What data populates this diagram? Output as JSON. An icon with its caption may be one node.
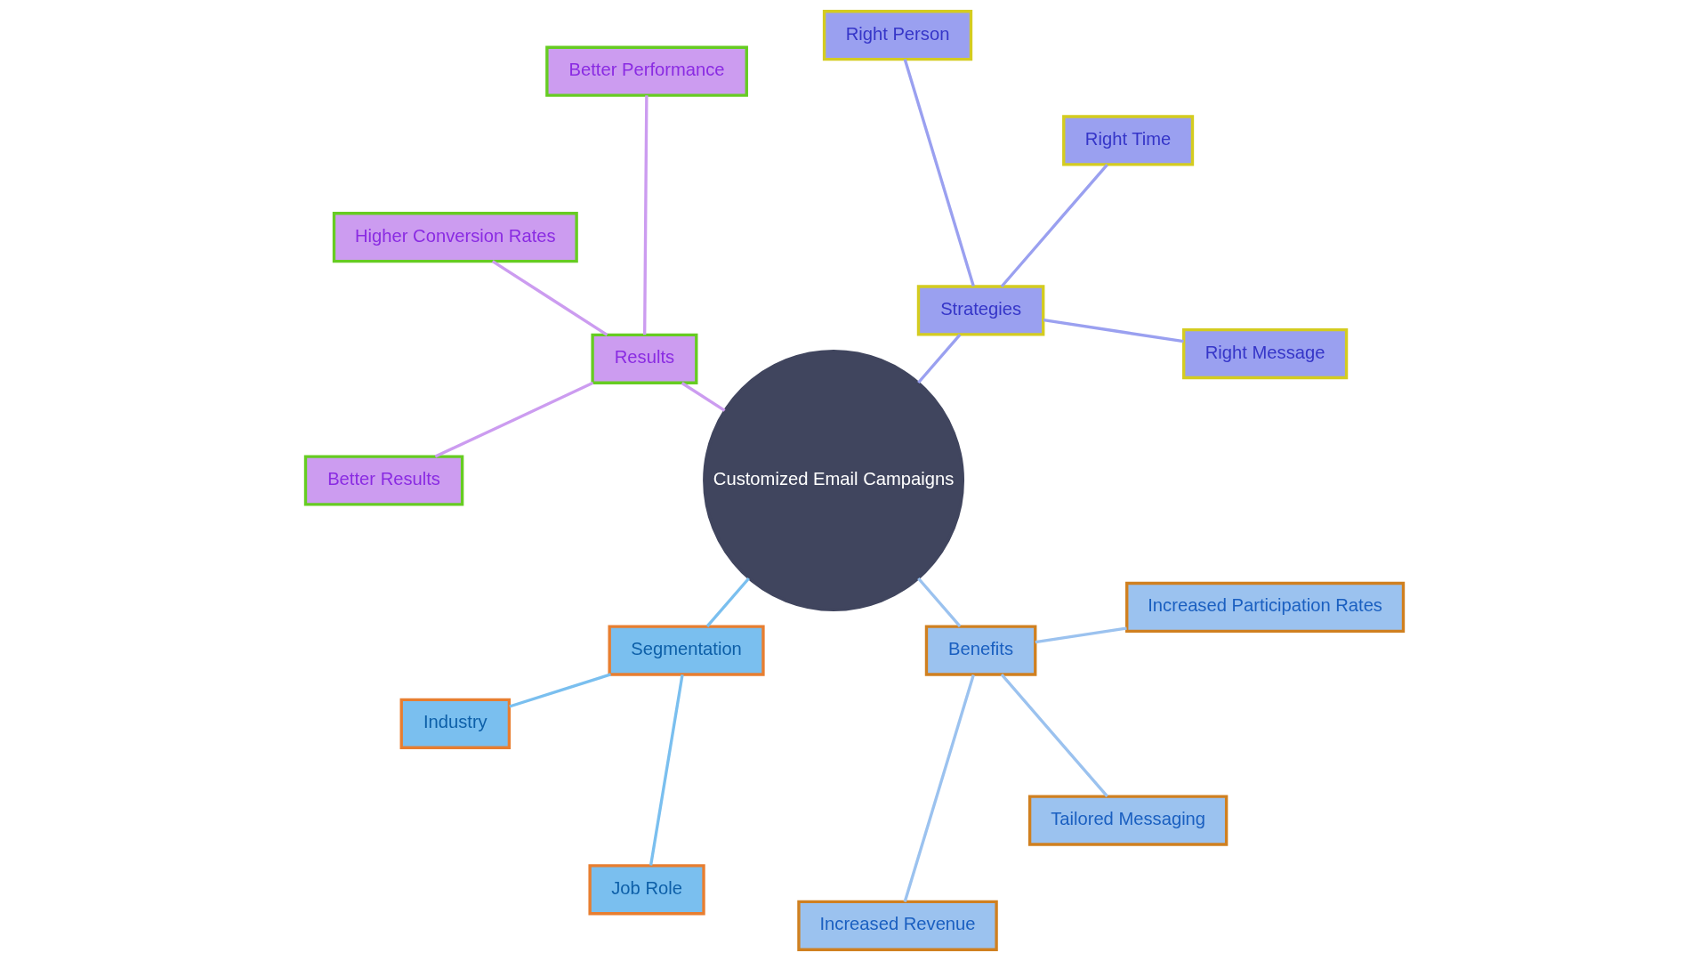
{
  "diagram": {
    "nodes": [
      {
        "text": [
          "Customized Email Campaigns"
        ]
      },
      {
        "text": [
          "Strategies"
        ]
      },
      {
        "text": [
          "Right Message"
        ]
      },
      {
        "text": [
          "Right Time"
        ]
      },
      {
        "text": [
          "Right Person"
        ]
      },
      {
        "text": [
          "Results"
        ]
      },
      {
        "text": [
          "Better Performance"
        ]
      },
      {
        "text": [
          "Higher Conversion Rates"
        ]
      },
      {
        "text": [
          "Better Results"
        ]
      },
      {
        "text": [
          "Segmentation"
        ]
      },
      {
        "text": [
          "Industry"
        ]
      },
      {
        "text": [
          "Job Role"
        ]
      },
      {
        "text": [
          "Benefits"
        ]
      },
      {
        "text": [
          "Increased Revenue"
        ]
      },
      {
        "text": [
          "Tailored Messaging"
        ]
      },
      {
        "text": [
          "Increased Participation Rates"
        ]
      }
    ],
    "edges": [
      {
        "from": 0,
        "to": 1,
        "arrow": "none",
        "color": "#9aa0f0"
      },
      {
        "from": 1,
        "to": 2,
        "arrow": "none",
        "color": "#9aa0f0"
      },
      {
        "from": 1,
        "to": 3,
        "arrow": "none",
        "color": "#9aa0f0"
      },
      {
        "from": 1,
        "to": 4,
        "arrow": "none",
        "color": "#9aa0f0"
      },
      {
        "from": 0,
        "to": 5,
        "arrow": "none",
        "color": "#cc9cf0"
      },
      {
        "from": 5,
        "to": 6,
        "arrow": "none",
        "color": "#cc9cf0"
      },
      {
        "from": 5,
        "to": 7,
        "arrow": "none",
        "color": "#cc9cf0"
      },
      {
        "from": 5,
        "to": 8,
        "arrow": "none",
        "color": "#cc9cf0"
      },
      {
        "from": 0,
        "to": 9,
        "arrow": "none",
        "color": "#7abfef"
      },
      {
        "from": 9,
        "to": 10,
        "arrow": "none",
        "color": "#7abfef"
      },
      {
        "from": 9,
        "to": 11,
        "arrow": "none",
        "color": "#7abfef"
      },
      {
        "from": 0,
        "to": 12,
        "arrow": "none",
        "color": "#9bc2ef"
      },
      {
        "from": 12,
        "to": 13,
        "arrow": "none",
        "color": "#9bc2ef"
      },
      {
        "from": 12,
        "to": 14,
        "arrow": "none",
        "color": "#9bc2ef"
      },
      {
        "from": 12,
        "to": 15,
        "arrow": "none",
        "color": "#9bc2ef"
      }
    ]
  }
}
